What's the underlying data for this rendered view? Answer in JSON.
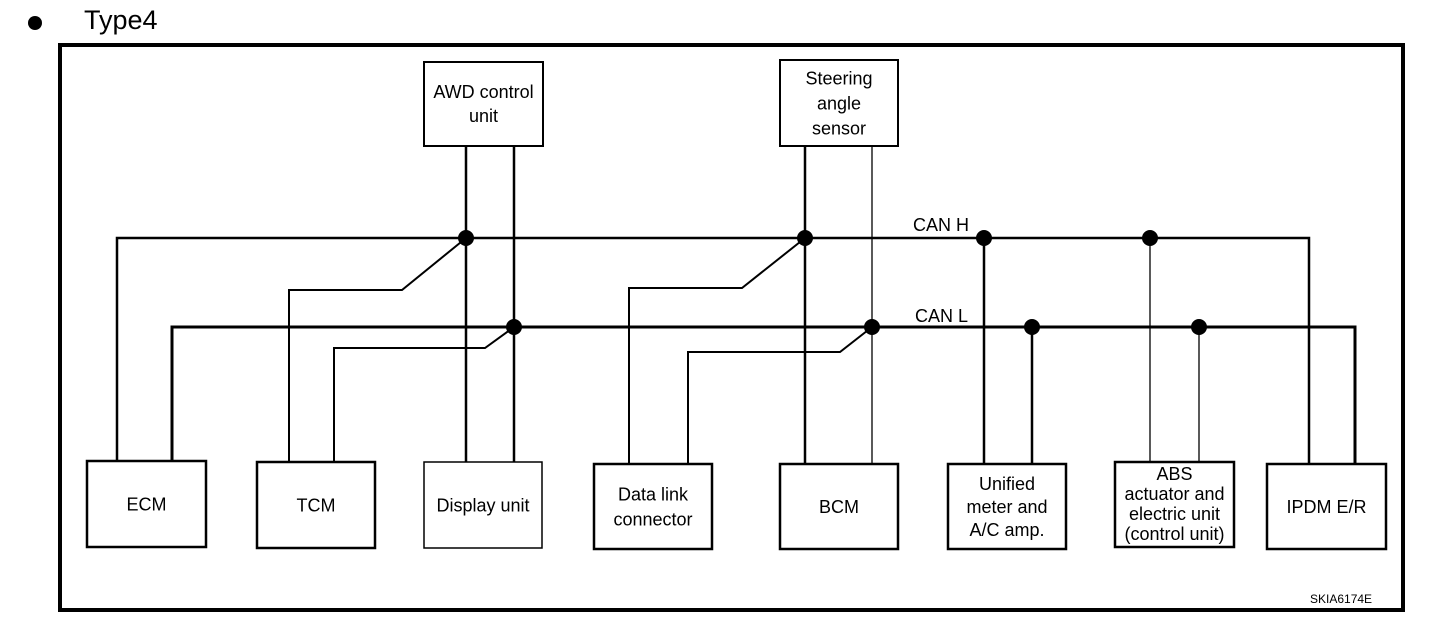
{
  "title": "Type4",
  "figure_code": "SKIA6174E",
  "buses": {
    "can_h": "CAN H",
    "can_l": "CAN L"
  },
  "top_units": [
    {
      "id": "awd",
      "lines": [
        "AWD control",
        "unit"
      ]
    },
    {
      "id": "steering",
      "lines": [
        "Steering",
        "angle",
        "sensor"
      ]
    }
  ],
  "bottom_units": [
    {
      "id": "ecm",
      "lines": [
        "ECM"
      ]
    },
    {
      "id": "tcm",
      "lines": [
        "TCM"
      ]
    },
    {
      "id": "display",
      "lines": [
        "Display unit"
      ]
    },
    {
      "id": "dlc",
      "lines": [
        "Data link",
        "connector"
      ]
    },
    {
      "id": "bcm",
      "lines": [
        "BCM"
      ]
    },
    {
      "id": "meter",
      "lines": [
        "Unified",
        "meter and",
        "A/C amp."
      ]
    },
    {
      "id": "abs",
      "lines": [
        "ABS",
        "actuator and",
        "electric unit",
        "(control unit)"
      ]
    },
    {
      "id": "ipdm",
      "lines": [
        "IPDM E/R"
      ]
    }
  ]
}
